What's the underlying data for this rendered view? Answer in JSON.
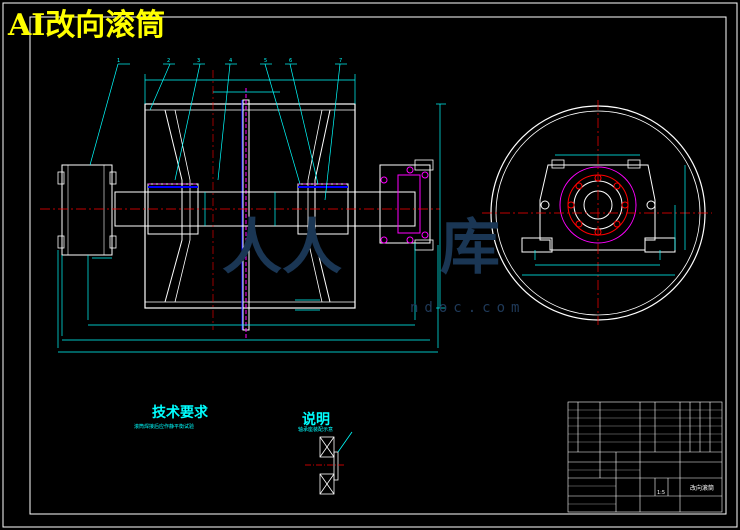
{
  "drawing": {
    "title": "AI改向滚筒",
    "watermark": {
      "cn_left": "人人",
      "cn_right": "库",
      "url": "ndoc.com"
    },
    "notes": {
      "tech_req_heading": "技术要求",
      "tech_req_body": "滚筒焊接后应作静平衡试验",
      "explain_heading": "说明",
      "explain_body": "轴承座装配示意"
    },
    "balloons": [
      "1",
      "2",
      "3",
      "4",
      "5",
      "6",
      "7"
    ],
    "title_block": {
      "drawing_name": "改向滚筒",
      "scale": "1:5"
    },
    "colors": {
      "background": "#000000",
      "outline": "#ffffff",
      "dimension": "#00ffff",
      "center_line": "#ff0000",
      "hidden": "#ff00ff",
      "title": "#ffff00",
      "accent": "#0000ff"
    }
  }
}
